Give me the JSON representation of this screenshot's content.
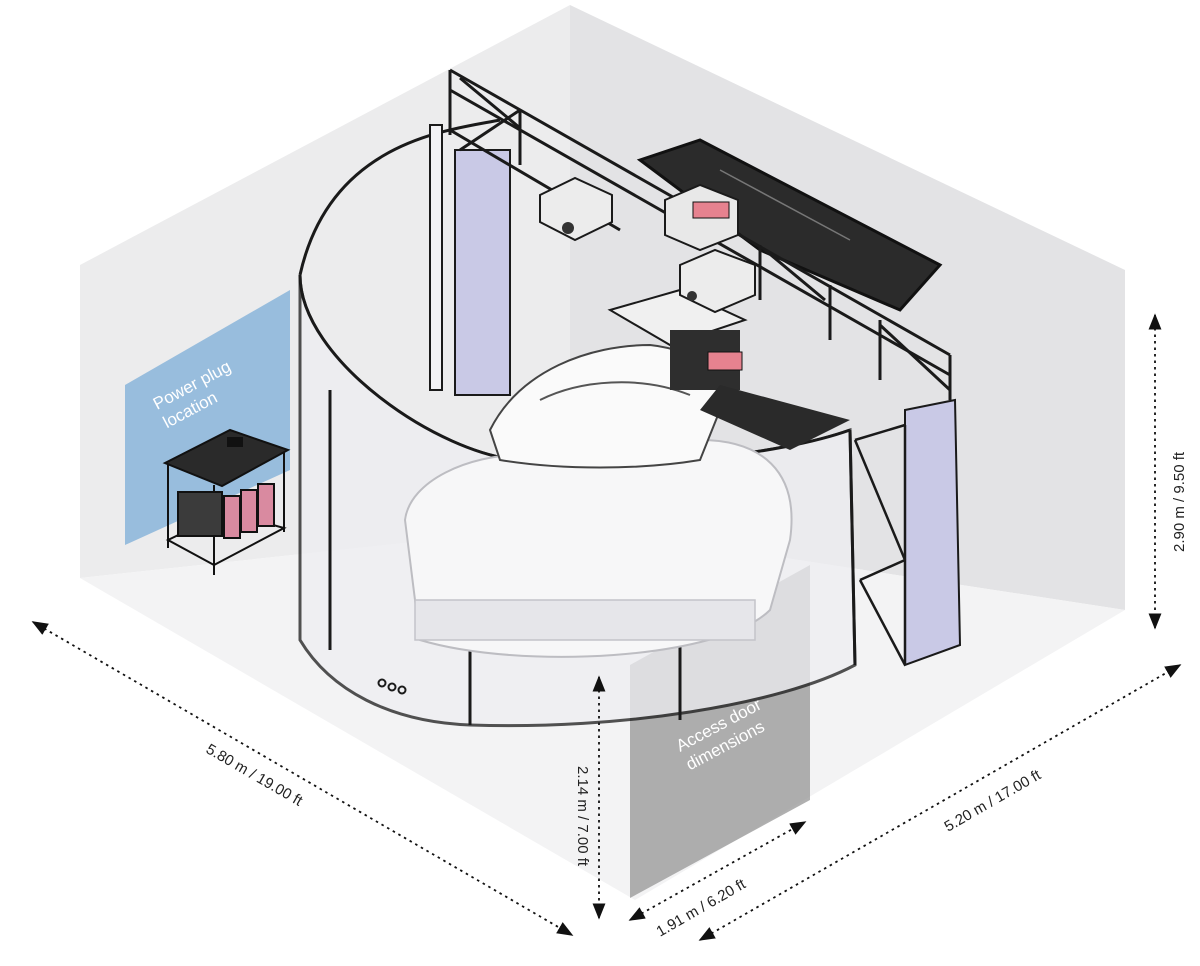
{
  "labels": {
    "power_plug": [
      "Power plug",
      "location"
    ],
    "access_door": [
      "Access door",
      "dimensions"
    ]
  },
  "dimensions": {
    "room_length": "5.80 m / 19.00 ft",
    "room_width": "5.20 m / 17.00 ft",
    "room_height": "2.90 m / 9.50 ft",
    "door_height": "2.14 m / 7.00 ft",
    "door_width": "1.91 m / 6.20 ft"
  },
  "colors": {
    "wall": "#ececed",
    "wall_right": "#e3e3e5",
    "floor": "#f4f4f5",
    "power_zone": "#8fb8da",
    "door_zone": "#9a9a9b",
    "frame": "#1a1a1a",
    "screen_glass": "#eeeef2",
    "panel_lavender": "#c9c9e6",
    "accent_red": "#e6828f"
  }
}
